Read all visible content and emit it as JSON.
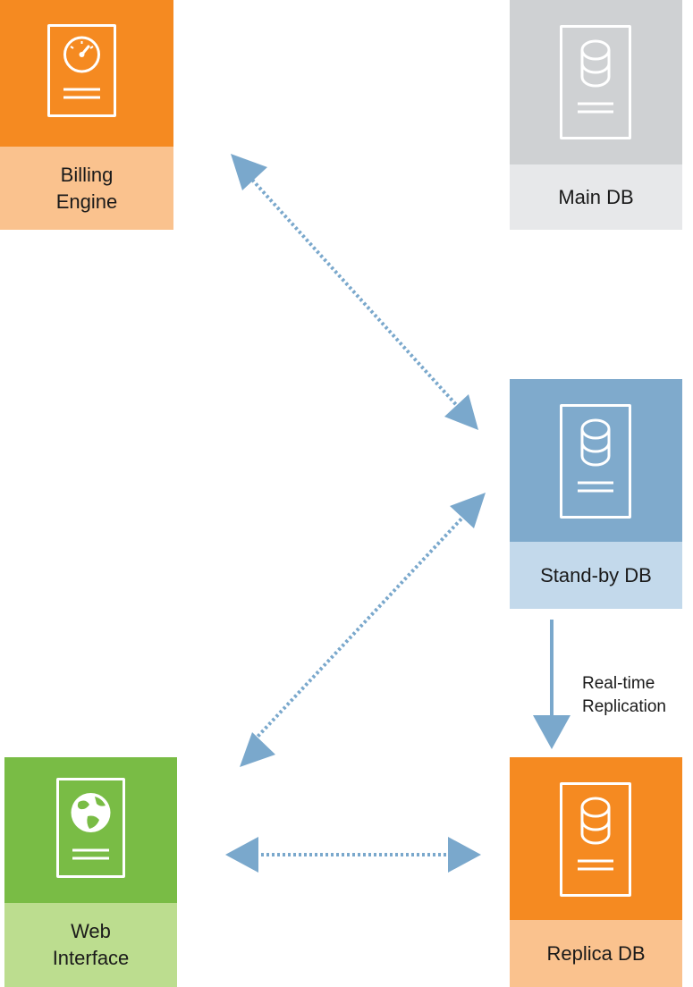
{
  "nodes": {
    "billing_engine": {
      "label": "Billing\nEngine",
      "icon": "gauge-icon",
      "top_color": "#f58a21",
      "bottom_color": "#fac28e"
    },
    "main_db": {
      "label": "Main DB",
      "icon": "database-icon",
      "top_color": "#cfd1d3",
      "bottom_color": "#e7e8ea"
    },
    "standby_db": {
      "label": "Stand-by DB",
      "icon": "database-icon",
      "top_color": "#7faacc",
      "bottom_color": "#c3d9eb"
    },
    "web_interface": {
      "label": "Web\nInterface",
      "icon": "globe-icon",
      "top_color": "#79bc45",
      "bottom_color": "#bcdd8f"
    },
    "replica_db": {
      "label": "Replica DB",
      "icon": "database-icon",
      "top_color": "#f58a21",
      "bottom_color": "#fac28e"
    }
  },
  "edges": [
    {
      "from": "billing_engine",
      "to": "standby_db",
      "style": "dotted",
      "direction": "both"
    },
    {
      "from": "standby_db",
      "to": "web_interface",
      "style": "dotted",
      "direction": "both"
    },
    {
      "from": "web_interface",
      "to": "replica_db",
      "style": "dotted",
      "direction": "both"
    },
    {
      "from": "standby_db",
      "to": "replica_db",
      "style": "solid",
      "direction": "forward",
      "label": "Real-time\nReplication"
    }
  ],
  "colors": {
    "arrow": "#7aa8cc"
  }
}
